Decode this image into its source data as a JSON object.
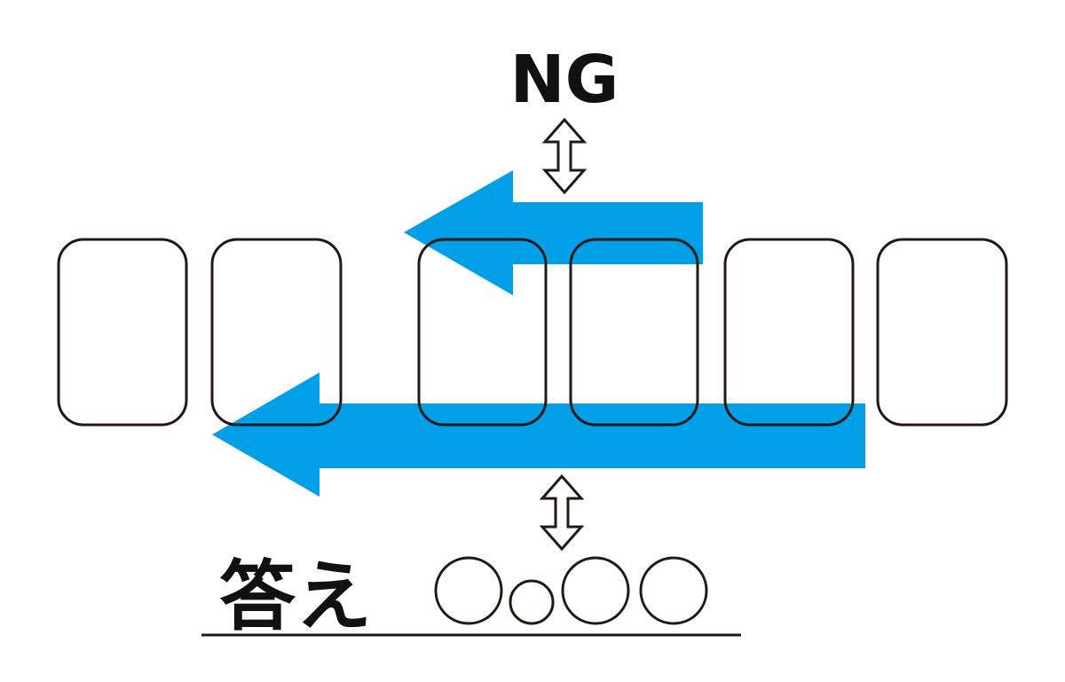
{
  "ng_label": "NG",
  "answer_label": "答え",
  "colors": {
    "arrow": "#009fe8",
    "outline": "#231815",
    "text": "#111111",
    "background": "#ffffff"
  },
  "cards": [
    {
      "name": "card-1"
    },
    {
      "name": "card-2"
    },
    {
      "name": "card-3"
    },
    {
      "name": "card-4"
    },
    {
      "name": "card-5"
    },
    {
      "name": "card-6"
    }
  ],
  "arrows": [
    {
      "name": "short-left-arrow",
      "direction": "left"
    },
    {
      "name": "long-left-arrow",
      "direction": "left"
    }
  ],
  "answer_circles": [
    {
      "name": "answer-circle-1",
      "size": "large"
    },
    {
      "name": "answer-circle-2",
      "size": "small"
    },
    {
      "name": "answer-circle-3",
      "size": "large"
    },
    {
      "name": "answer-circle-4",
      "size": "large"
    }
  ],
  "icons": [
    "up-down-double-arrow-icon",
    "up-down-double-arrow-icon"
  ]
}
